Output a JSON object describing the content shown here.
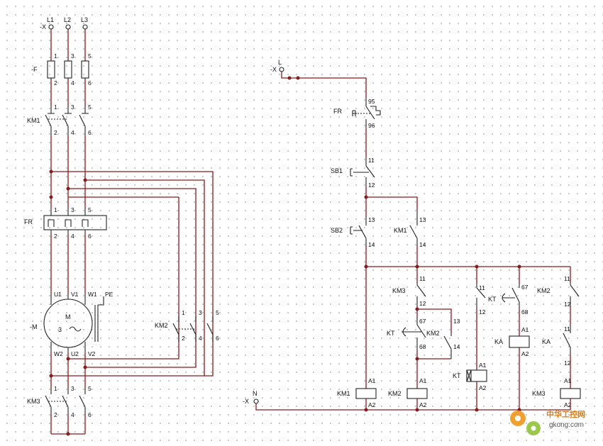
{
  "main_circuit": {
    "terminal": "-X",
    "phases": [
      "L1",
      "L2",
      "L3"
    ],
    "fuse": "-F",
    "fuse_pins": {
      "top": [
        "1",
        "3",
        "5"
      ],
      "bot": [
        "2",
        "4",
        "6"
      ]
    },
    "km1": "KM1",
    "km1_pins": {
      "top": [
        "1",
        "3",
        "5"
      ],
      "bot": [
        "2",
        "4",
        "6"
      ]
    },
    "fr": "FR",
    "fr_pins": {
      "top": [
        "1",
        "3",
        "5"
      ],
      "bot": [
        "2",
        "4",
        "6"
      ]
    },
    "motor_label": "-M",
    "motor_letter": "M",
    "motor_phase": "3",
    "motor_top": [
      "U1",
      "V1",
      "W1"
    ],
    "motor_bottom": [
      "W2",
      "U2",
      "V2"
    ],
    "pe": "PE",
    "km2": "KM2",
    "km2_pins": {
      "top": [
        "1",
        "3",
        "5"
      ],
      "bot": [
        "2",
        "4",
        "6"
      ]
    },
    "km3": "KM3",
    "km3_pins": {
      "top": [
        "1",
        "3",
        "5"
      ],
      "bot": [
        "2",
        "4",
        "6"
      ]
    }
  },
  "control_circuit": {
    "supply_terminal": "-X",
    "supply_line": "L",
    "neutral_terminal": "-X",
    "neutral_line": "N",
    "fr_label": "FR",
    "fr_pins": [
      "95",
      "96"
    ],
    "sb1": "SB1",
    "sb1_pins": [
      "11",
      "12"
    ],
    "sb2": "SB2",
    "sb2_pins": [
      "13",
      "14"
    ],
    "km1_hold": "KM1",
    "km1_hold_pins": [
      "13",
      "14"
    ],
    "km3_nc": "KM3",
    "km3_nc_pins": [
      "11",
      "12"
    ],
    "kt_nc": "KT",
    "kt_nc_pins": [
      "67",
      "68"
    ],
    "km2_no": "KM2",
    "km2_no_pins": [
      "13",
      "14"
    ],
    "col3_pins": [
      "11",
      "12"
    ],
    "kt_no": "KT",
    "kt_no_pins": [
      "67",
      "68"
    ],
    "km2_nc": "KM2",
    "km2_nc_pins": [
      "11",
      "12"
    ],
    "ka_left": "KA",
    "ka_right": "KA",
    "ka_right_pins": [
      "11",
      "12"
    ],
    "coils": [
      {
        "label": "KM1",
        "a1": "A1",
        "a2": "A2"
      },
      {
        "label": "KM2",
        "a1": "A1",
        "a2": "A2"
      },
      {
        "label": "KT",
        "a1": "A1",
        "a2": "A2"
      },
      {
        "label": "KA",
        "a1": "A1",
        "a2": "A2"
      },
      {
        "label": "KM3",
        "a1": "A1",
        "a2": "A2"
      }
    ]
  },
  "watermark": {
    "brand": "中华工控网",
    "url": "gkong.com"
  },
  "colors": {
    "wire": "#8b1a1a",
    "component": "#222222",
    "grid_dot": "#b9b9b9",
    "watermark": "#e07a10"
  }
}
